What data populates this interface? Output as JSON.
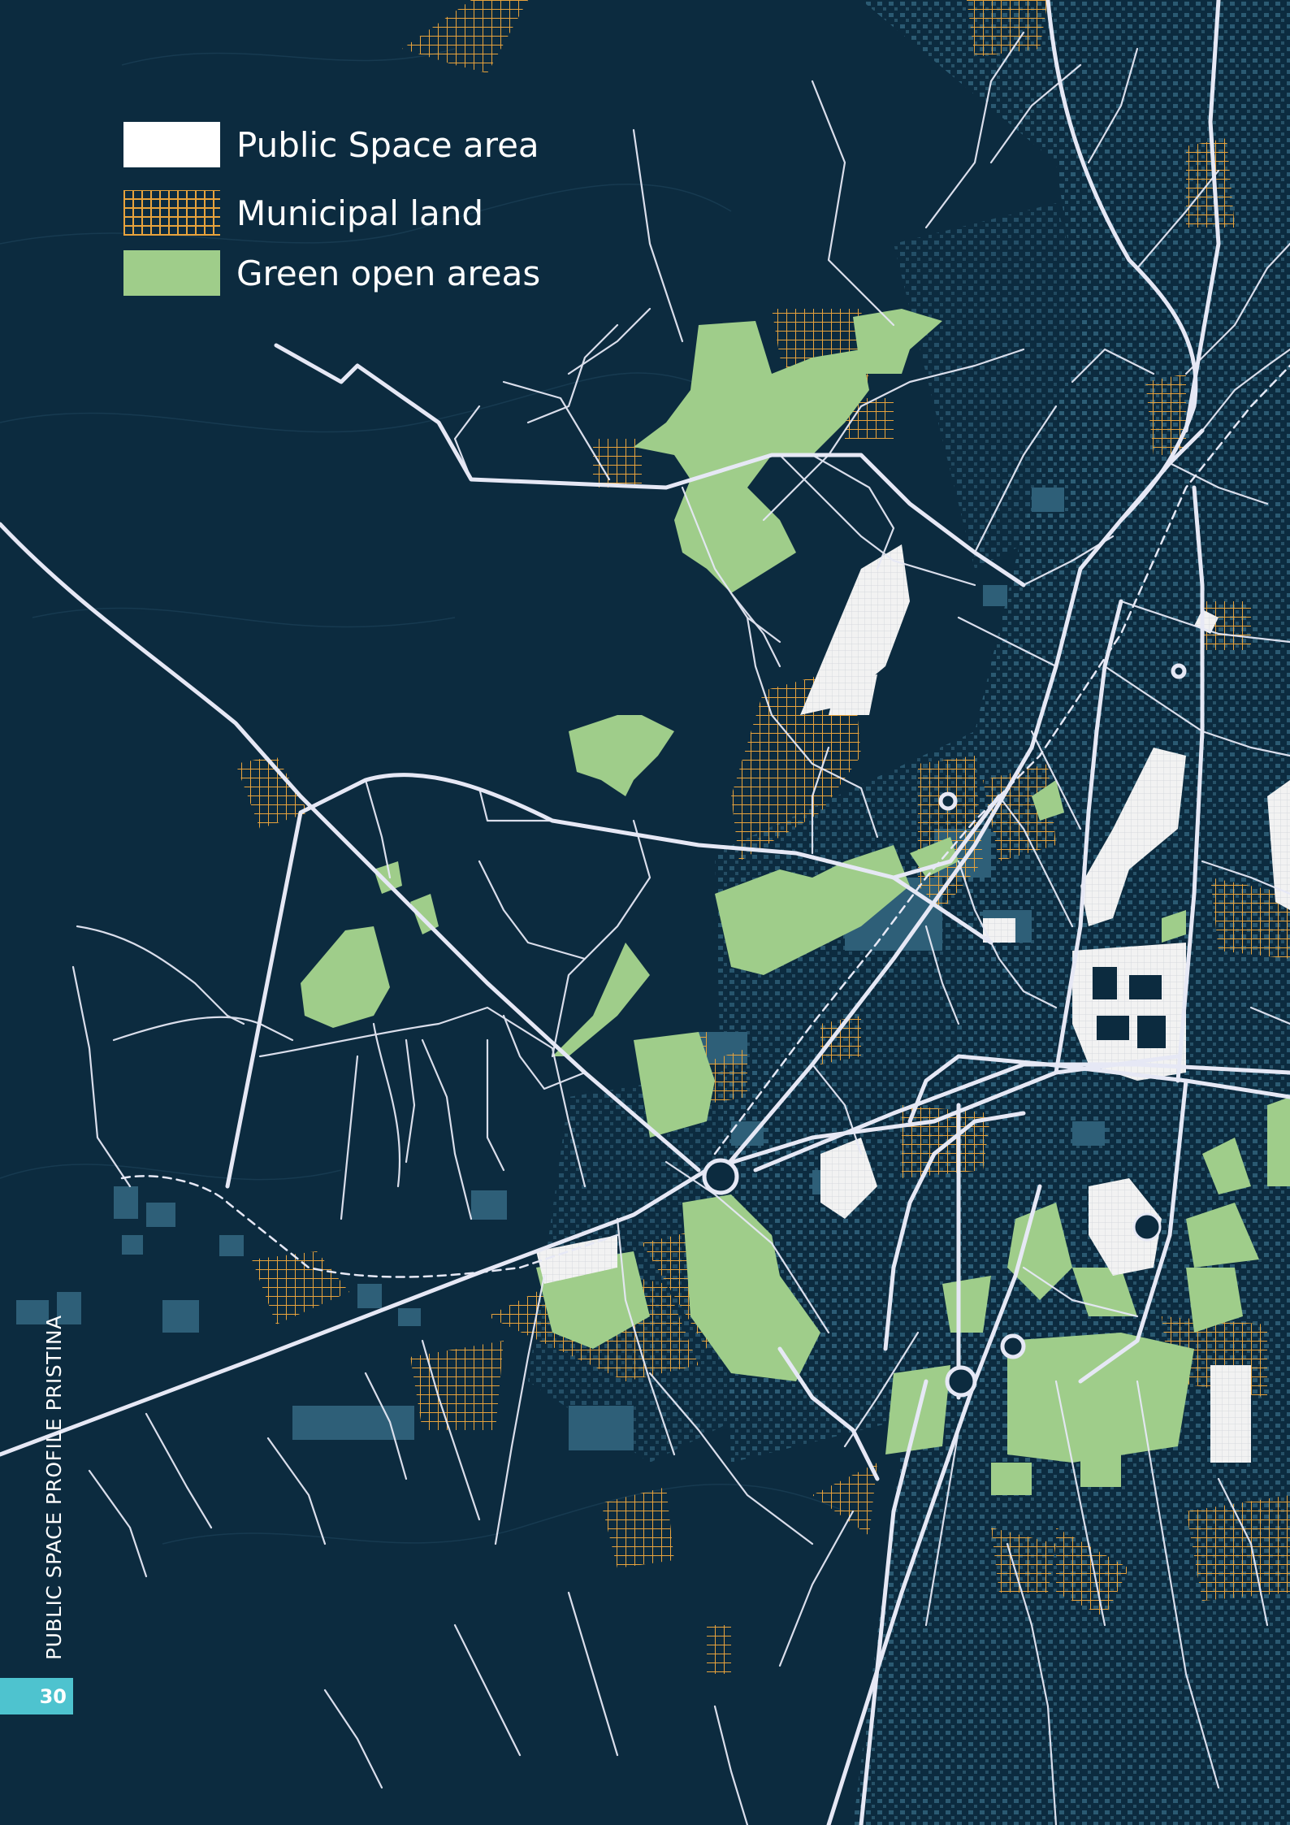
{
  "legend": {
    "items": [
      {
        "label": "Public Space area",
        "swatch": "public-space-swatch",
        "color": "#ffffff"
      },
      {
        "label": "Municipal land",
        "swatch": "municipal-hatch-swatch",
        "color": "#e8a33c"
      },
      {
        "label": "Green open areas",
        "swatch": "green-swatch",
        "color": "#9fcd8a"
      }
    ]
  },
  "side_title": "PUBLIC SPACE PROFILE PRISTINA",
  "page_number": "30",
  "colors": {
    "background": "#0c2b3f",
    "roads": "#e6e8f5",
    "buildings": "#2e5f78",
    "urban_texture": "#1f4b62",
    "green": "#9fcd8a",
    "municipal": "#e8a33c",
    "public_space": "#f2f2f2",
    "page_tab": "#4ec3cf"
  }
}
